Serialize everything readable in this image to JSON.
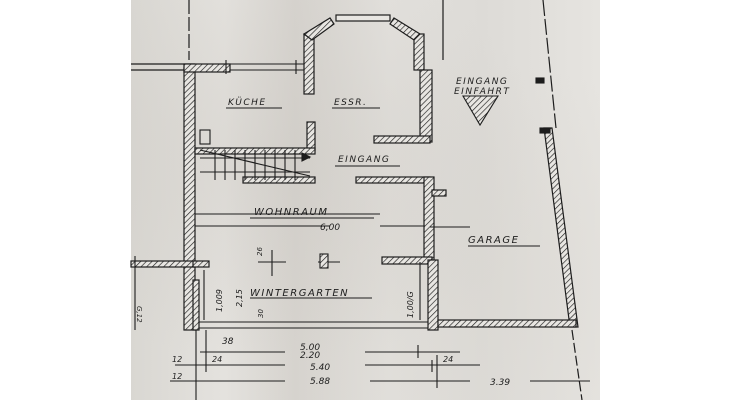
{
  "drawing": {
    "type": "hand-drawn architectural floor plan",
    "colors": {
      "paper": "#dedcd8",
      "ink": "#1d1d1d",
      "margin": "#ffffff"
    }
  },
  "rooms": {
    "kitchen": "KÜCHE",
    "dining": "ESSR.",
    "entrance": "EINGANG",
    "living": "WOHNRAUM",
    "wintergarden": "WINTERGARTEN",
    "garage": "GARAGE",
    "entry_drive_line1": "EINGANG",
    "entry_drive_line2": "EINFAHRT"
  },
  "dimensions": {
    "living_width": "6,00",
    "height_215": "2,15",
    "side_1009": "1,009",
    "right_label": "1,00/G",
    "small_26": "26",
    "small_30": "30",
    "left_edge": "G,12",
    "d_38": "38",
    "d_500": "5.00",
    "d_220": "2.20",
    "d_12a": "12",
    "d_24a": "24",
    "d_540": "5.40",
    "d_24b": "24",
    "d_12b": "12",
    "d_588": "5.88",
    "d_339": "3.39"
  }
}
